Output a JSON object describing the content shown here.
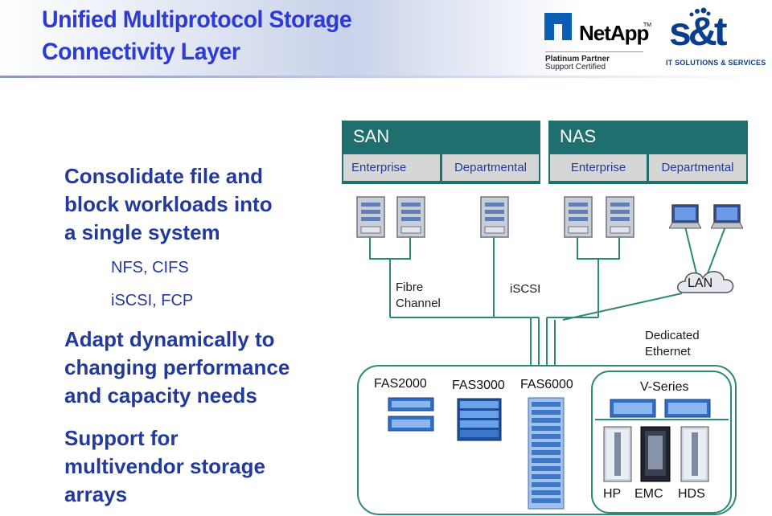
{
  "header": {
    "title_line1": "Unified Multiprotocol Storage",
    "title_line2": "Connectivity Layer"
  },
  "logos": {
    "netapp": "NetApp",
    "netapp_tm": "TM",
    "partner_line1": "Platinum Partner",
    "partner_line2": "Support Certified",
    "snt": "s&t",
    "snt_tagline": "IT SOLUTIONS & SERVICES"
  },
  "bullets": {
    "b1_line1": "Consolidate file and",
    "b1_line2": "block workloads into",
    "b1_line3": "a single system",
    "sub1": "NFS, CIFS",
    "sub2": "iSCSI, FCP",
    "b2_line1": "Adapt dynamically to",
    "b2_line2": "changing performance",
    "b2_line3": "and capacity needs",
    "b3_line1": "Support for",
    "b3_line2": "multivendor storage",
    "b3_line3": "arrays"
  },
  "diagram": {
    "san": "SAN",
    "nas": "NAS",
    "san_enterprise": "Enterprise",
    "san_departmental": "Departmental",
    "nas_enterprise": "Enterprise",
    "nas_departmental": "Departmental",
    "fibre_line1": "Fibre",
    "fibre_line2": "Channel",
    "iscsi": "iSCSI",
    "lan": "LAN",
    "dedicated_line1": "Dedicated",
    "dedicated_line2": "Ethernet",
    "fas2000": "FAS2000",
    "fas3000": "FAS3000",
    "fas6000": "FAS6000",
    "vseries": "V-Series",
    "hp": "HP",
    "emc": "EMC",
    "hds": "HDS"
  },
  "colors": {
    "title_blue": "#2b3bd3",
    "bullet_blue": "#233a9c",
    "bar_teal": "#1f6f6e",
    "line_green": "#2f8a73"
  }
}
